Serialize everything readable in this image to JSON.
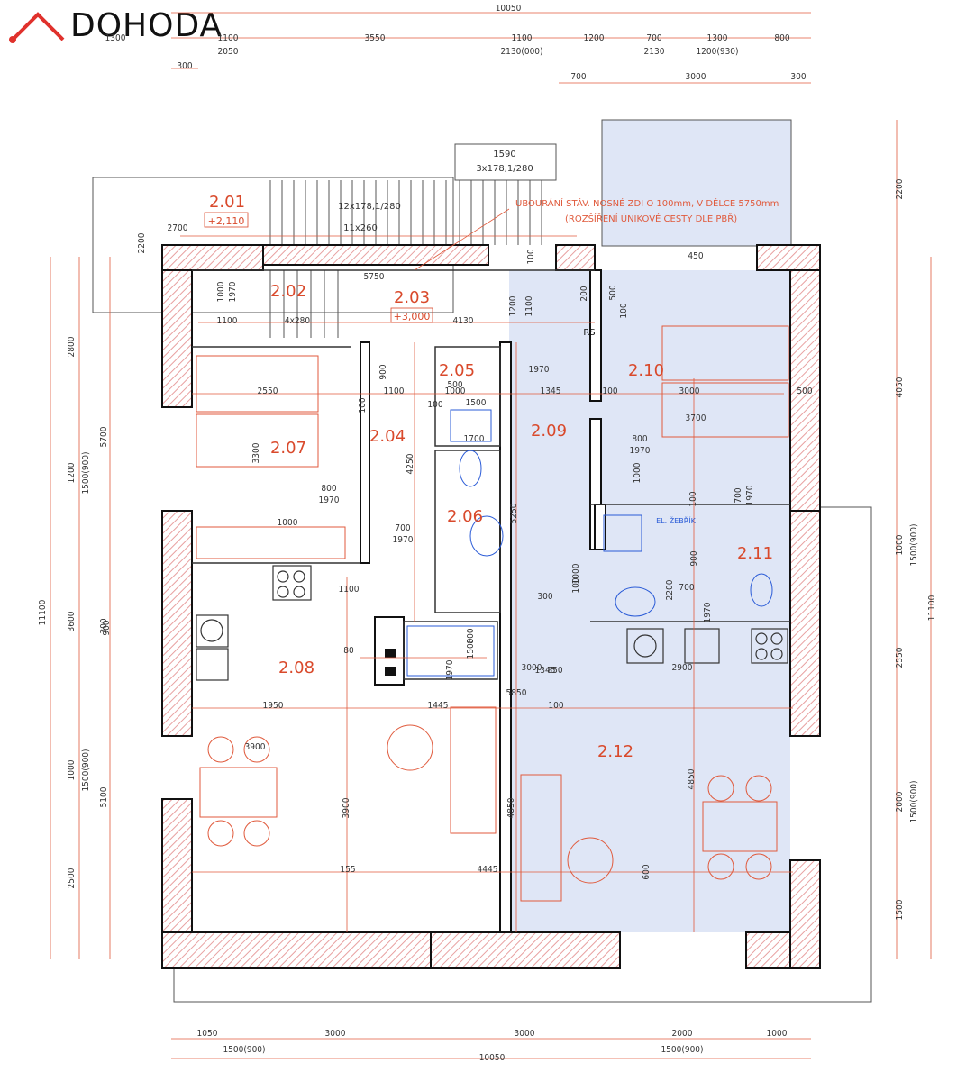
{
  "logo": {
    "text": "DOHODA",
    "accent": "#e0312c"
  },
  "colors": {
    "dim": "#e05a3c",
    "room_label": "#d9492b",
    "wall": "#111111",
    "hatch": "#e8a0a0",
    "highlight": "#dfe6f6",
    "fixture": "#2a5bd7"
  },
  "rooms": [
    {
      "id": "2.01",
      "level": "+2,110"
    },
    {
      "id": "2.02"
    },
    {
      "id": "2.03",
      "level": "+3,000"
    },
    {
      "id": "2.04"
    },
    {
      "id": "2.05"
    },
    {
      "id": "2.06"
    },
    {
      "id": "2.07"
    },
    {
      "id": "2.08"
    },
    {
      "id": "2.09"
    },
    {
      "id": "2.10"
    },
    {
      "id": "2.11"
    },
    {
      "id": "2.12"
    }
  ],
  "notes": {
    "line1": "UBOURÁNÍ STÁV. NOSNÉ ZDI O 100mm, V DÉLCE 5750mm",
    "line2": "(ROZŠÍŘENÍ ÚNIKOVÉ CESTY DLE PBŘ)",
    "stair_top": "1590",
    "stair_top2": "3x178,1/280",
    "stair_main": "12x178,1/280",
    "stair_main2": "11x260",
    "rs": "RS",
    "zebrik": "EL. ŽEBŘÍK"
  },
  "dims": {
    "top_total": "10050",
    "top_row1": [
      "1300",
      "1100",
      "3550",
      "1100",
      "1200",
      "700",
      "1300",
      "800"
    ],
    "top_row2": [
      "2050",
      "2130(000)",
      "2130",
      "1200(930)"
    ],
    "top_300": "300",
    "top_row3": [
      "700",
      "3000",
      "300"
    ],
    "bottom_row1": [
      "1050",
      "3000",
      "3000",
      "2000",
      "1000"
    ],
    "bottom_row2": [
      "1500(900)",
      "1500(900)"
    ],
    "bottom_total": "10050",
    "left_outer": "11100",
    "left_a": [
      "2800",
      "5700",
      "5100"
    ],
    "left_b": [
      "1200",
      "1500(900)",
      "3600",
      "300",
      "1000",
      "1500(900)",
      "2500"
    ],
    "right_outer": "11100",
    "right_a": [
      "2200",
      "4050",
      "2550",
      "1500"
    ],
    "right_b": [
      "1000",
      "1500(900)",
      "2000",
      "1500(900)"
    ],
    "inner": [
      "2700",
      "2200",
      "5750",
      "1000",
      "1970",
      "1100",
      "4x280",
      "4130",
      "1200",
      "1100",
      "200",
      "100",
      "500",
      "100",
      "450",
      "900",
      "1970",
      "1100",
      "100",
      "1000",
      "1500",
      "100",
      "2550",
      "500",
      "1345",
      "100",
      "3000",
      "500",
      "3300",
      "4250",
      "800",
      "1970",
      "1000",
      "3700",
      "800",
      "1970",
      "1000",
      "100",
      "700",
      "1970",
      "700",
      "1970",
      "5250",
      "1000",
      "100",
      "1700",
      "900",
      "2200",
      "700",
      "1970",
      "1345",
      "850",
      "300",
      "1100",
      "900",
      "80",
      "1500",
      "800",
      "1970",
      "3000",
      "2900",
      "1950",
      "1445",
      "100",
      "5850",
      "3900",
      "3900",
      "4850",
      "4850",
      "155",
      "4445",
      "600"
    ]
  }
}
